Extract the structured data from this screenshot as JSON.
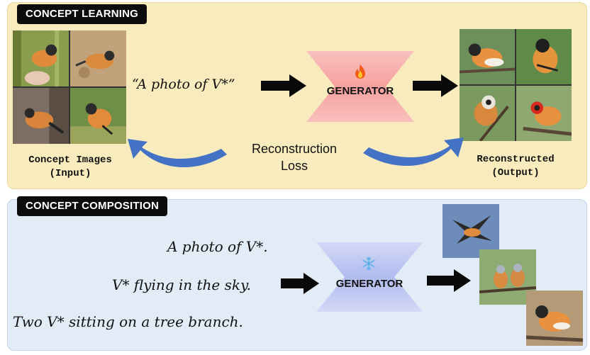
{
  "learning": {
    "tag": "CONCEPT LEARNING",
    "prompt": "“A photo of V*”",
    "generator_label": "GENERATOR",
    "generator_icon": "fire-icon",
    "input_caption_line1": "Concept Images",
    "input_caption_line2": "(Input)",
    "output_caption_line1": "Reconstructed",
    "output_caption_line2": "(Output)",
    "loss_line1": "Reconstruction",
    "loss_line2": "Loss"
  },
  "composition": {
    "tag": "CONCEPT COMPOSITION",
    "prompts": [
      "A photo of V*.",
      "V* flying in the sky.",
      "Two V* sitting on a tree branch."
    ],
    "generator_label": "GENERATOR",
    "generator_icon": "snowflake-icon"
  },
  "colors": {
    "learning_bg": "#f8ebbd",
    "composition_bg": "#e2ecf7",
    "trainable_generator": "#f6a5a5",
    "frozen_generator": "#aab4ec",
    "loss_arrow": "#4472c4"
  }
}
